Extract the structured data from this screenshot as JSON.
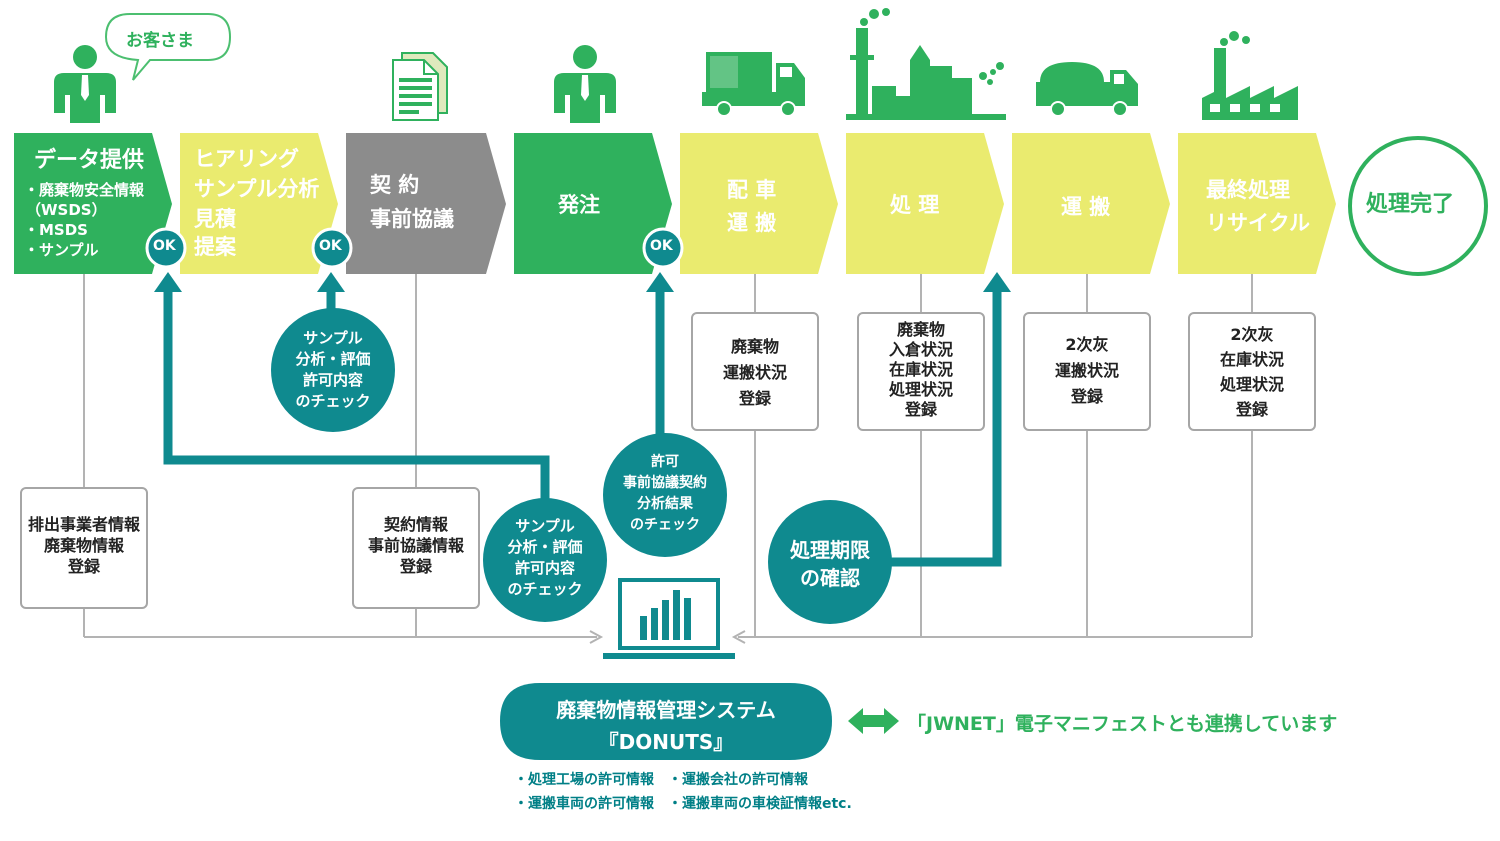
{
  "colors": {
    "dark_green": "#2fb15d",
    "yellow": "#eaeb6f",
    "gray": "#8c8c8c",
    "teal": "#0f8a8f",
    "accent_green": "#2fb15d"
  },
  "customer_bubble": "お客さま",
  "steps": [
    {
      "title": [
        "データ提供"
      ],
      "bullets": [
        "・廃棄物安全情報",
        "（WSDS）",
        "・MSDS",
        "・サンプル"
      ],
      "ok": "OK"
    },
    {
      "title": [
        "ヒアリング",
        "サンプル分析",
        "見積",
        "提案"
      ],
      "ok": "OK"
    },
    {
      "title": [
        "契 約",
        "事前協議"
      ]
    },
    {
      "title": [
        "発注"
      ],
      "ok": "OK"
    },
    {
      "title": [
        "配 車",
        "運 搬"
      ]
    },
    {
      "title": [
        "処 理"
      ]
    },
    {
      "title": [
        "運 搬"
      ]
    },
    {
      "title": [
        "最終処理",
        "リサイクル"
      ]
    },
    {
      "title": [
        "処理完了"
      ]
    }
  ],
  "boxes": [
    {
      "lines": [
        "排出事業者情報",
        "廃棄物情報",
        "登録"
      ]
    },
    {
      "lines": [
        "契約情報",
        "事前協議情報",
        "登録"
      ]
    },
    {
      "lines": [
        "廃棄物",
        "運搬状況",
        "登録"
      ]
    },
    {
      "lines": [
        "廃棄物",
        "入倉状況",
        "在庫状況",
        "処理状況",
        "登録"
      ]
    },
    {
      "lines": [
        "2次灰",
        "運搬状況",
        "登録"
      ]
    },
    {
      "lines": [
        "2次灰",
        "在庫状況",
        "処理状況",
        "登録"
      ]
    }
  ],
  "circles": [
    {
      "lines": [
        "サンプル",
        "分析・評価",
        "許可内容",
        "のチェック"
      ]
    },
    {
      "lines": [
        "サンプル",
        "分析・評価",
        "許可内容",
        "のチェック"
      ]
    },
    {
      "lines": [
        "許可",
        "事前協議契約",
        "分析結果",
        "のチェック"
      ]
    },
    {
      "lines": [
        "処理期限",
        "の確認"
      ]
    }
  ],
  "system": {
    "name": "廃棄物情報管理システム",
    "product": "『DONUTS』"
  },
  "jwnet_link": "「JWNET」電子マニフェストとも連携しています",
  "notes": [
    "・処理工場の許可情報　・運搬会社の許可情報",
    "・運搬車両の許可情報　・運搬車両の車検証情報etc."
  ]
}
